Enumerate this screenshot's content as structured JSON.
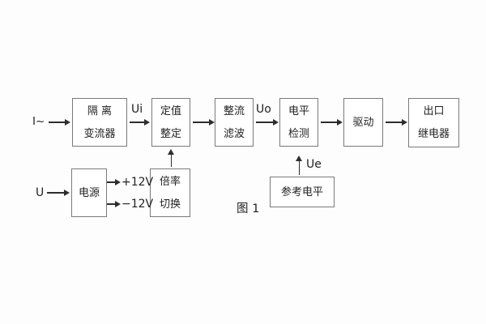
{
  "theme": {
    "background": "#fdfdfd",
    "box_border": "#7a7a7a",
    "line": "#2e2e2e",
    "ink": "#222222"
  },
  "diagram": {
    "caption": "图 1",
    "labels": {
      "current_input": "I~",
      "voltage_input": "U",
      "ui": "Ui",
      "uo": "Uo",
      "ue": "Ue",
      "plus12v": "+12V",
      "minus12v": "−12V"
    },
    "blocks": {
      "isolation": {
        "line1": "隔 离",
        "line2": "变流器"
      },
      "setting": {
        "line1": "定值",
        "line2": "整定"
      },
      "rectifier": {
        "line1": "整流",
        "line2": "滤波"
      },
      "level": {
        "line1": "电平",
        "line2": "检测"
      },
      "drive": {
        "label": "驱动"
      },
      "output_relay": {
        "line1": "出口",
        "line2": "继电器"
      },
      "power": {
        "label": "电源"
      },
      "ratio": {
        "line1": "倍率",
        "line2": "切换"
      },
      "reference": {
        "label": "参考电平"
      }
    }
  }
}
